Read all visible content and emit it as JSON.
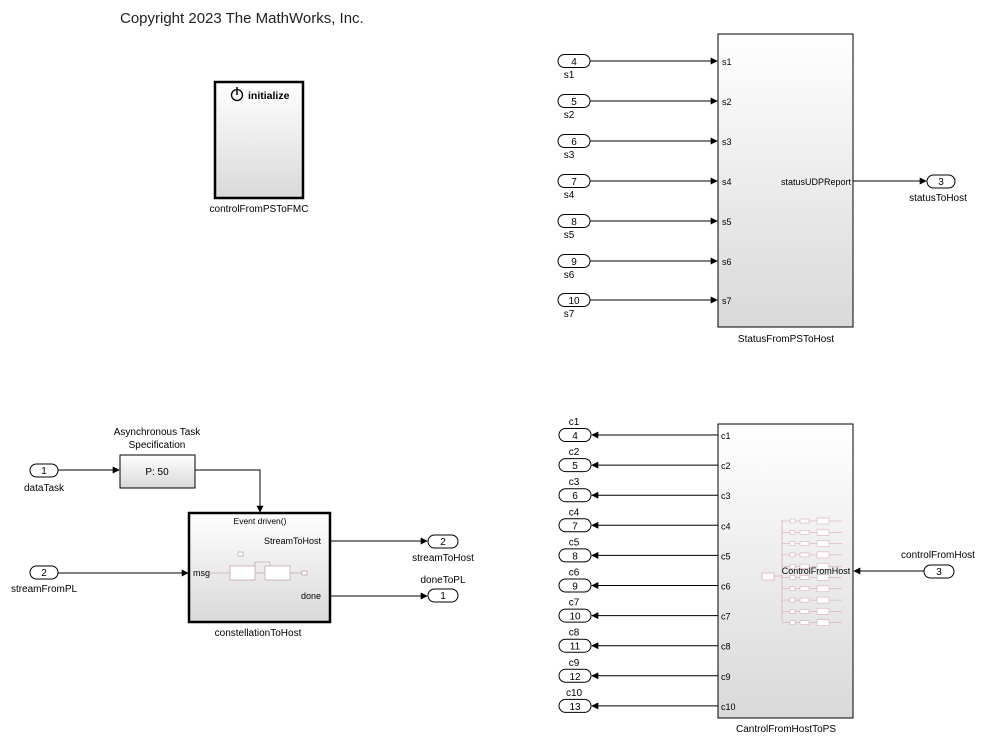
{
  "copyright": "Copyright 2023 The MathWorks, Inc.",
  "initialize_block": {
    "label": "initialize",
    "name": "controlFromPSToFMC"
  },
  "status_block": {
    "name": "StatusFromPSToHost",
    "inputs": [
      {
        "port": "4",
        "name": "s1",
        "pin": "s1"
      },
      {
        "port": "5",
        "name": "s2",
        "pin": "s2"
      },
      {
        "port": "6",
        "name": "s3",
        "pin": "s3"
      },
      {
        "port": "7",
        "name": "s4",
        "pin": "s4"
      },
      {
        "port": "8",
        "name": "s5",
        "pin": "s5"
      },
      {
        "port": "9",
        "name": "s6",
        "pin": "s6"
      },
      {
        "port": "10",
        "name": "s7",
        "pin": "s7"
      }
    ],
    "output_pin": "statusUDPReport",
    "outport": {
      "port": "3",
      "name": "statusToHost"
    }
  },
  "async_task": {
    "title_line1": "Asynchronous Task",
    "title_line2": "Specification",
    "label": "P: 50",
    "inport": {
      "port": "1",
      "name": "dataTask"
    }
  },
  "constellation_block": {
    "name": "constellationToHost",
    "header": "Event driven()",
    "pin_msg": "msg",
    "pin_stream": "StreamToHost",
    "pin_done": "done",
    "inport": {
      "port": "2",
      "name": "streamFromPL"
    },
    "outport_stream": {
      "port": "2",
      "name": "streamToHost"
    },
    "outport_done": {
      "port": "1",
      "name": "doneToPL"
    }
  },
  "control_block": {
    "name": "CantrolFromHostToPS",
    "inner_label": "ControlFromHost",
    "outputs": [
      {
        "port": "4",
        "name": "c1",
        "pin": "c1"
      },
      {
        "port": "5",
        "name": "c2",
        "pin": "c2"
      },
      {
        "port": "6",
        "name": "c3",
        "pin": "c3"
      },
      {
        "port": "7",
        "name": "c4",
        "pin": "c4"
      },
      {
        "port": "8",
        "name": "c5",
        "pin": "c5"
      },
      {
        "port": "9",
        "name": "c6",
        "pin": "c6"
      },
      {
        "port": "10",
        "name": "c7",
        "pin": "c7"
      },
      {
        "port": "11",
        "name": "c8",
        "pin": "c8"
      },
      {
        "port": "12",
        "name": "c9",
        "pin": "c9"
      },
      {
        "port": "13",
        "name": "c10",
        "pin": "c10"
      }
    ],
    "inport": {
      "port": "3",
      "name": "controlFromHost"
    }
  }
}
